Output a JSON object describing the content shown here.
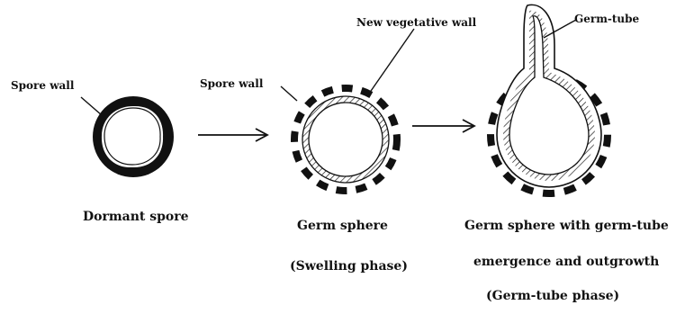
{
  "colors": {
    "ink": "#111111",
    "background": "#ffffff"
  },
  "stages": [
    {
      "id": "dormant",
      "annotation": "Spore wall",
      "caption": [
        "Dormant spore"
      ]
    },
    {
      "id": "swelling",
      "annotations": [
        "Spore wall",
        "New vegetative wall"
      ],
      "caption": [
        "Germ sphere",
        "(Swelling phase)"
      ]
    },
    {
      "id": "germ-tube",
      "annotation": "Germ-tube",
      "caption": [
        "Germ sphere with germ-tube",
        "emergence and outgrowth",
        "(Germ-tube phase)"
      ]
    }
  ]
}
